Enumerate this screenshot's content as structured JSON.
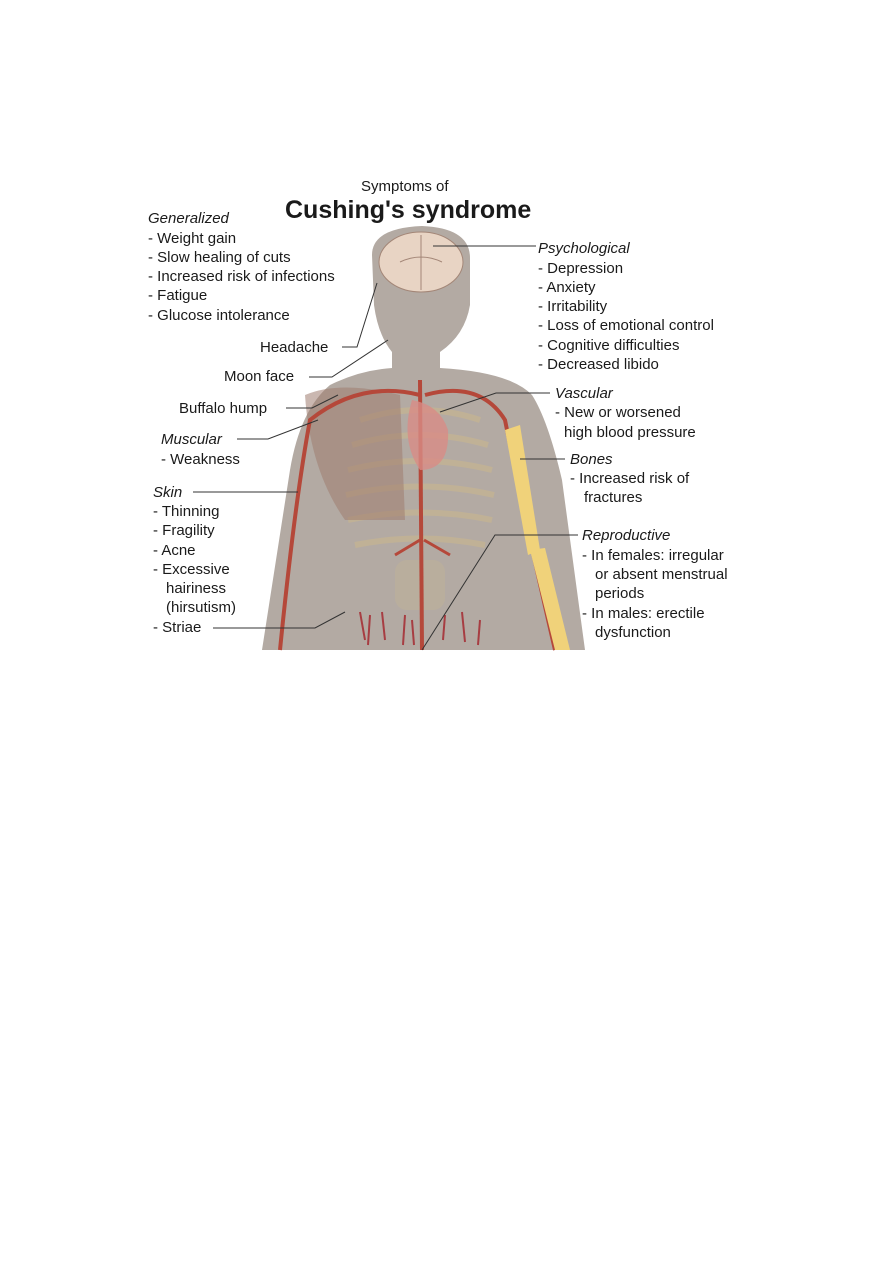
{
  "title": {
    "pre": "Symptoms of",
    "main": "Cushing's syndrome"
  },
  "generalized": {
    "heading": "Generalized",
    "items": [
      "- Weight gain",
      "- Slow healing of cuts",
      "- Increased risk of infections",
      "- Fatigue",
      "- Glucose intolerance"
    ]
  },
  "psychological": {
    "heading": "Psychological",
    "items": [
      "- Depression",
      "- Anxiety",
      "- Irritability",
      "- Loss of emotional control",
      "- Cognitive difficulties",
      "- Decreased libido"
    ]
  },
  "left_labels": {
    "headache": "Headache",
    "moon_face": "Moon face",
    "buffalo_hump": "Buffalo hump"
  },
  "muscular": {
    "heading": "Muscular",
    "items": [
      "- Weakness"
    ]
  },
  "skin": {
    "heading": "Skin",
    "items": [
      "- Thinning",
      "- Fragility",
      "- Acne",
      "- Excessive",
      "hairiness",
      "(hirsutism)",
      "- Striae"
    ]
  },
  "vascular": {
    "heading": "Vascular",
    "items": [
      "- New or worsened",
      "high blood pressure"
    ]
  },
  "bones": {
    "heading": "Bones",
    "items": [
      "- Increased risk of",
      "fractures"
    ]
  },
  "reproductive": {
    "heading": "Reproductive",
    "items": [
      "- In females: irregular",
      "or absent menstrual",
      "periods",
      "- In males: erectile",
      "dysfunction"
    ]
  },
  "colors": {
    "body": "#b3aaa3",
    "artery": "#b5483a",
    "bone": "#f0d27a",
    "brain": "#e8d4c4",
    "ribs": "#c9b78f"
  }
}
